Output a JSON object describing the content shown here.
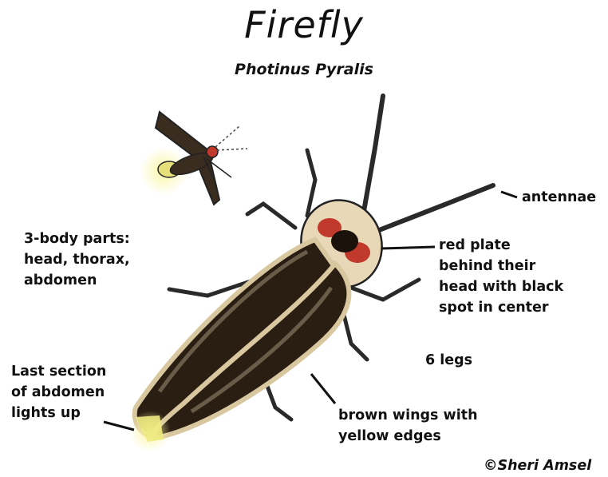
{
  "title": "Firefly",
  "subtitle": "Photinus Pyralis",
  "labels": {
    "antennae": "antennae",
    "red_plate": [
      "red plate",
      "behind their",
      "head with black",
      "spot in center"
    ],
    "body_parts": [
      "3-body parts:",
      "head, thorax,",
      "abdomen"
    ],
    "six_legs": "6 legs",
    "last_section": [
      "Last section",
      "of abdomen",
      "lights up"
    ],
    "wings": [
      "brown wings with",
      "yellow edges"
    ]
  },
  "credit": "©Sheri Amsel",
  "colors": {
    "wing_dark": "#2a1e12",
    "wing_edge": "#d9c7a0",
    "plate_red": "#c0392b",
    "glow": "#f3ec7a"
  }
}
